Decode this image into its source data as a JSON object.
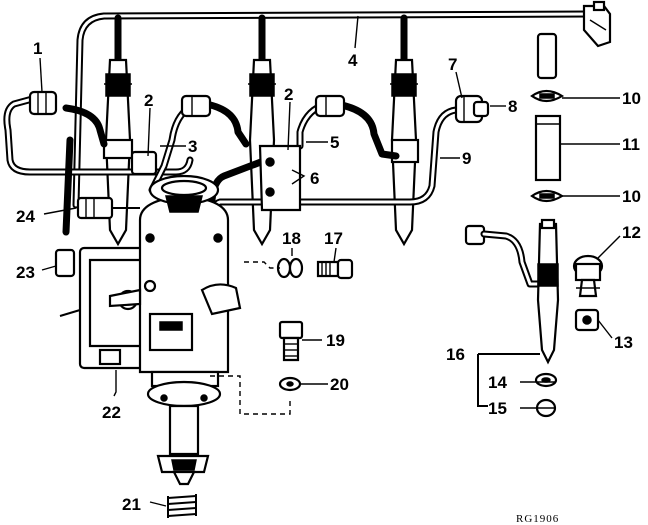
{
  "figure": {
    "reference_code": "RG1906"
  },
  "callouts": [
    {
      "id": "c1",
      "text": "1"
    },
    {
      "id": "c2a",
      "text": "2"
    },
    {
      "id": "c2b",
      "text": "2"
    },
    {
      "id": "c3",
      "text": "3"
    },
    {
      "id": "c4",
      "text": "4"
    },
    {
      "id": "c5",
      "text": "5"
    },
    {
      "id": "c6",
      "text": "6"
    },
    {
      "id": "c7",
      "text": "7"
    },
    {
      "id": "c8",
      "text": "8"
    },
    {
      "id": "c9",
      "text": "9"
    },
    {
      "id": "c10a",
      "text": "10"
    },
    {
      "id": "c10b",
      "text": "10"
    },
    {
      "id": "c11",
      "text": "11"
    },
    {
      "id": "c12",
      "text": "12"
    },
    {
      "id": "c13",
      "text": "13"
    },
    {
      "id": "c14",
      "text": "14"
    },
    {
      "id": "c15",
      "text": "15"
    },
    {
      "id": "c16",
      "text": "16"
    },
    {
      "id": "c17",
      "text": "17"
    },
    {
      "id": "c18",
      "text": "18"
    },
    {
      "id": "c19",
      "text": "19"
    },
    {
      "id": "c20",
      "text": "20"
    },
    {
      "id": "c21",
      "text": "21"
    },
    {
      "id": "c22",
      "text": "22"
    },
    {
      "id": "c23",
      "text": "23"
    },
    {
      "id": "c24",
      "text": "24"
    }
  ]
}
